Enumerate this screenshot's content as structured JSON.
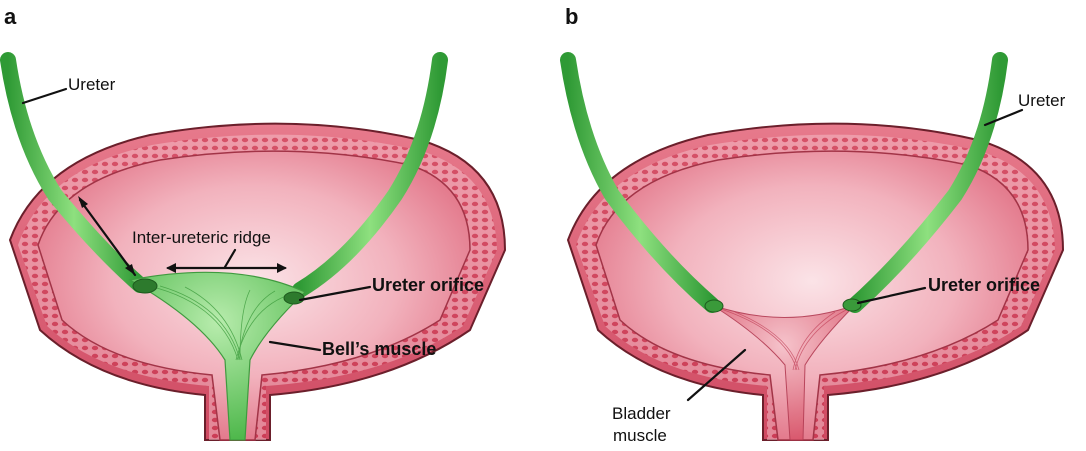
{
  "panels": [
    {
      "letter": "a",
      "labels": {
        "ureter": "Ureter",
        "ridge": "Inter-ureteric ridge",
        "orifice": "Ureter orifice",
        "muscle": "Bell’s muscle"
      }
    },
    {
      "letter": "b",
      "labels": {
        "ureter": "Ureter",
        "orifice": "Ureter orifice",
        "muscle_line1": "Bladder",
        "muscle_line2": "muscle"
      }
    }
  ],
  "colors": {
    "bladder_wall": "#d9566b",
    "bladder_inner": "#f0a3b0",
    "ureter": "#5cc85a",
    "muscle_green": "#86d47a",
    "outline": "#6b1f2b"
  }
}
